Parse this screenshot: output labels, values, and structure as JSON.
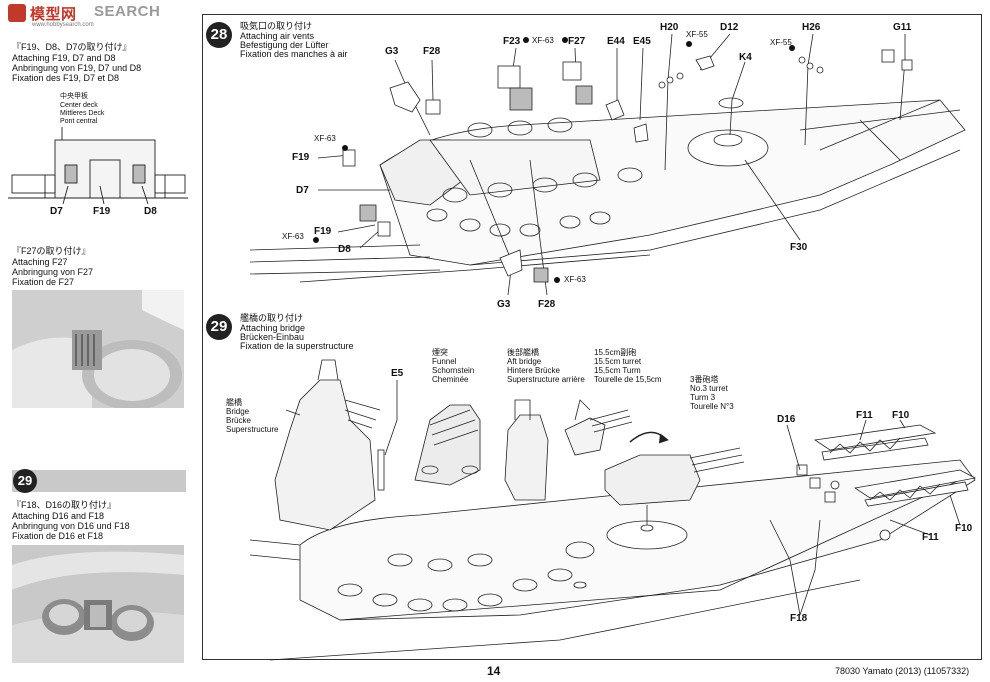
{
  "watermark": {
    "brand": "模型网",
    "text": "SEARCH",
    "url": "www.hobbysearch.com"
  },
  "left": {
    "sec1": {
      "jp": "『F19、D8、D7の取り付け』",
      "en": "Attaching F19, D7 and D8",
      "de": "Anbringung von F19, D7 und D8",
      "fr": "Fixation des F19, D7 et D8",
      "deck_jp": "中央甲板",
      "deck_en": "Center deck",
      "deck_de": "Mittleres Deck",
      "deck_fr": "Pont central",
      "parts": [
        "D7",
        "F19",
        "D8"
      ]
    },
    "sec2": {
      "jp": "『F27の取り付け』",
      "en": "Attaching F27",
      "de": "Anbringung von F27",
      "fr": "Fixation de F27"
    },
    "sec3": {
      "step": "29",
      "jp": "『F18、D16の取り付け』",
      "en": "Attaching D16 and F18",
      "de": "Anbringung von D16 und F18",
      "fr": "Fixation de D16 et F18"
    }
  },
  "step28": {
    "number": "28",
    "jp": "吸気口の取り付け",
    "en": "Attaching air vents",
    "de": "Befestigung der Lüfter",
    "fr": "Fixation des manches à air",
    "parts": {
      "G3a": "G3",
      "F28a": "F28",
      "F23": "F23",
      "xf63a": "XF-63",
      "F27": "F27",
      "E44": "E44",
      "E45": "E45",
      "xf55a": "XF-55",
      "H20": "H20",
      "D12": "D12",
      "K4": "K4",
      "xf55b": "XF-55",
      "H26": "H26",
      "G11": "G11",
      "xf63b": "XF-63",
      "F19a": "F19",
      "D7": "D7",
      "xf63c": "XF-63",
      "F19b": "F19",
      "D8": "D8",
      "G3b": "G3",
      "F28b": "F28",
      "xf63d": "XF-63",
      "F30": "F30"
    }
  },
  "step29": {
    "number": "29",
    "jp": "艦橋の取り付け",
    "en": "Attaching bridge",
    "de": "Brücken-Einbau",
    "fr": "Fixation de la superstructure",
    "bridge": {
      "jp": "艦橋",
      "en": "Bridge",
      "de": "Brücke",
      "fr": "Superstructure"
    },
    "funnel": {
      "jp": "煙突",
      "en": "Funnel",
      "de": "Schornstein",
      "fr": "Cheminée"
    },
    "aft": {
      "jp": "後部艦橋",
      "en": "Aft bridge",
      "de": "Hintere Brücke",
      "fr": "Superstructure arrière"
    },
    "turret155": {
      "jp": "15.5cm副砲",
      "en": "15.5cm turret",
      "de": "15,5cm Turm",
      "fr": "Tourelle de 15,5cm"
    },
    "turret3": {
      "jp": "3番砲塔",
      "en": "No.3 turret",
      "de": "Turm 3",
      "fr": "Tourelle N°3"
    },
    "parts": {
      "E5": "E5",
      "D16": "D16",
      "F11a": "F11",
      "F10a": "F10",
      "F11b": "F11",
      "F10b": "F10",
      "F18": "F18"
    }
  },
  "footer": {
    "page": "14",
    "code": "78030 Yamato (2013) (11057332)"
  }
}
